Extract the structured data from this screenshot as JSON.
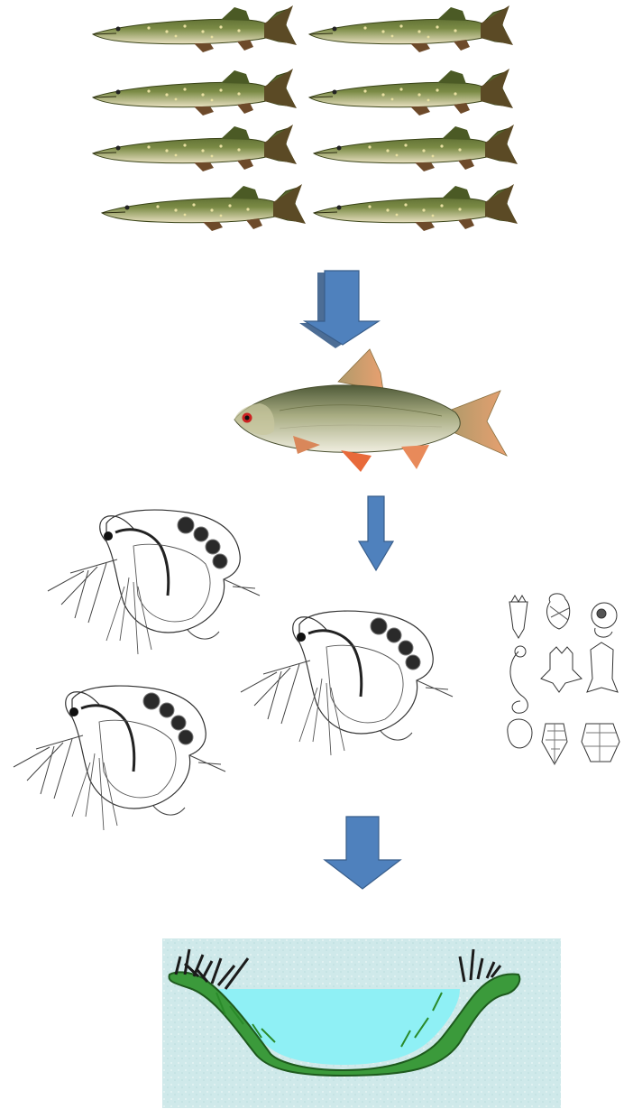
{
  "diagram": {
    "kind": "aquatic food chain",
    "levels": [
      {
        "name": "pike",
        "icon": "pike-fish-icon",
        "count": 8
      },
      {
        "name": "roach",
        "icon": "roach-fish-icon",
        "count": 1
      },
      {
        "name": "zooplankton",
        "icon": "daphnia-icon",
        "count": 3,
        "extra_icon": "rotifer-group-icon",
        "extra_count": 9
      },
      {
        "name": "pond",
        "icon": "pond-habitat-icon",
        "count": 1
      }
    ],
    "arrows": [
      {
        "from": "pike",
        "to": "roach",
        "direction": "down"
      },
      {
        "from": "roach",
        "to": "zooplankton",
        "direction": "down"
      },
      {
        "from": "zooplankton",
        "to": "pond",
        "direction": "down"
      }
    ]
  },
  "colors": {
    "arrow_fill": "#4F81BD",
    "arrow_stroke": "#385D8A",
    "pike_body": "#6B7A3A",
    "roach_body": "#9AA37A",
    "roach_fin": "#E07848",
    "pond_water": "#8FF0F5",
    "pond_bank": "#3B9A3B",
    "background_speckle": "#D4ECEC"
  }
}
